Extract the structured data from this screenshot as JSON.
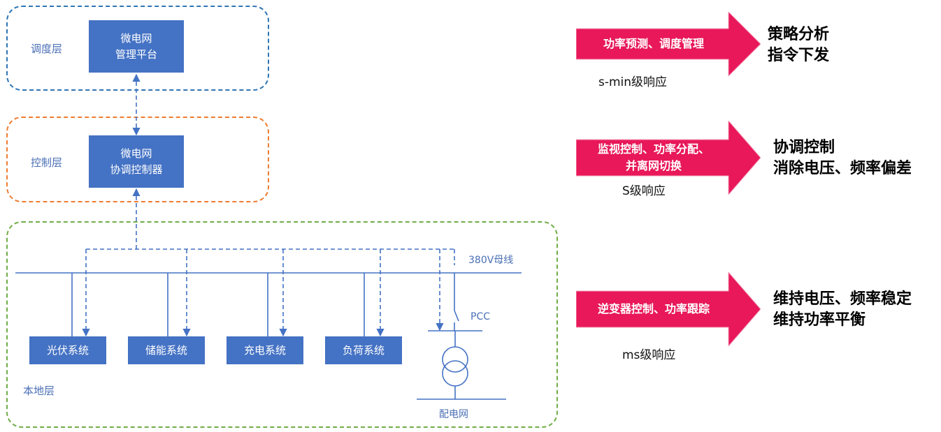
{
  "layers": {
    "dispatch": {
      "label": "调度层",
      "color": "#2e75b6"
    },
    "control": {
      "label": "控制层",
      "color": "#ed7d31"
    },
    "local": {
      "label": "本地层",
      "color": "#70ad47"
    }
  },
  "nodes": {
    "mgmt_platform": {
      "line1": "微电网",
      "line2": "管理平台"
    },
    "coordinator": {
      "line1": "微电网",
      "line2": "协调控制器"
    },
    "pv": "光伏系统",
    "storage": "储能系统",
    "charging": "充电系统",
    "load": "负荷系统"
  },
  "bus_label": "380V母线",
  "pcc_label": "PCC",
  "grid_label": "配电网",
  "arrows": [
    {
      "text_lines": [
        "功率预测、调度管理"
      ],
      "response": "s-min级响应",
      "result_lines": [
        "策略分析",
        "指令下发"
      ]
    },
    {
      "text_lines": [
        "监视控制、功率分配、",
        "并离网切换"
      ],
      "response": "S级响应",
      "result_lines": [
        "协调控制",
        "消除电压、频率偏差"
      ]
    },
    {
      "text_lines": [
        "逆变器控制、功率跟踪"
      ],
      "response": "ms级响应",
      "result_lines": [
        "维持电压、频率稳定",
        "维持功率平衡"
      ]
    }
  ],
  "colors": {
    "node_fill": "#4472c4",
    "line": "#4472c4",
    "arrow_fill": "#e8185a",
    "label_text": "#4a6fb5"
  }
}
